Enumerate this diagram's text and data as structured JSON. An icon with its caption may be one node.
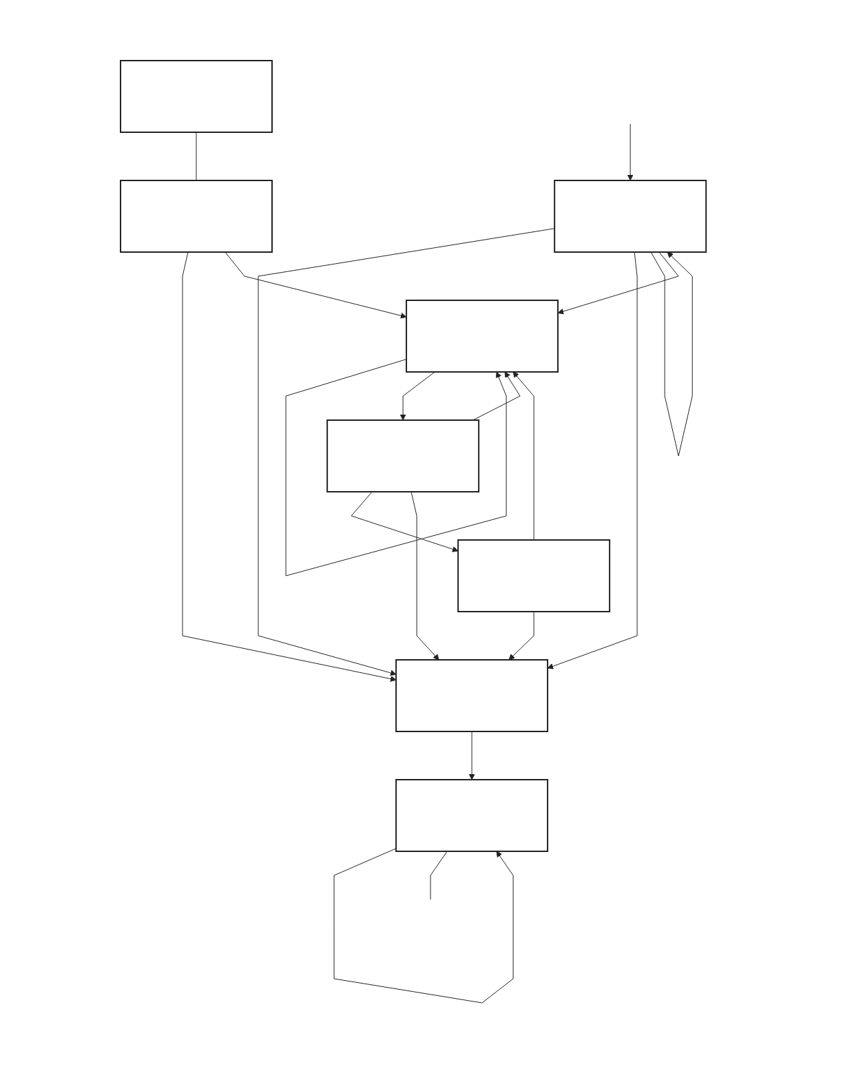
{
  "diagram": {
    "nodes": [
      {
        "text": [],
        "shape": "box"
      },
      {
        "text": [],
        "shape": "box"
      },
      {
        "text": [],
        "shape": "box"
      },
      {
        "text": [],
        "shape": "box"
      },
      {
        "text": [],
        "shape": "box"
      },
      {
        "text": [],
        "shape": "box"
      },
      {
        "text": [],
        "shape": "box"
      },
      {
        "text": [],
        "shape": "box"
      }
    ],
    "edges": [
      {
        "from": 3,
        "to": 0,
        "arrow": "to"
      },
      {
        "from": 4,
        "to": 0,
        "arrow": "to"
      },
      {
        "from": 4,
        "to": 0,
        "arrow": "to"
      },
      {
        "from": 0,
        "to": 2,
        "arrow": "to"
      },
      {
        "from": 2,
        "to": 2,
        "arrow": "to"
      },
      {
        "from": 2,
        "to": null,
        "arrow": "none"
      },
      {
        "from": 1,
        "to": 3,
        "arrow": "none"
      },
      {
        "from": 3,
        "to": 6,
        "arrow": "to"
      },
      {
        "from": null,
        "to": 4,
        "arrow": "to"
      },
      {
        "from": 4,
        "to": 4,
        "arrow": "to"
      },
      {
        "from": 4,
        "to": 6,
        "arrow": "to"
      },
      {
        "from": 5,
        "to": 6,
        "arrow": "to"
      },
      {
        "from": 5,
        "to": 0,
        "arrow": "to"
      },
      {
        "from": 6,
        "to": 6,
        "arrow": "to"
      },
      {
        "from": 6,
        "to": 7,
        "arrow": "to"
      },
      {
        "from": 7,
        "to": 6,
        "arrow": "to"
      },
      {
        "from": 7,
        "to": 5,
        "arrow": "to"
      },
      {
        "from": 7,
        "to": 0,
        "arrow": "to"
      }
    ]
  }
}
